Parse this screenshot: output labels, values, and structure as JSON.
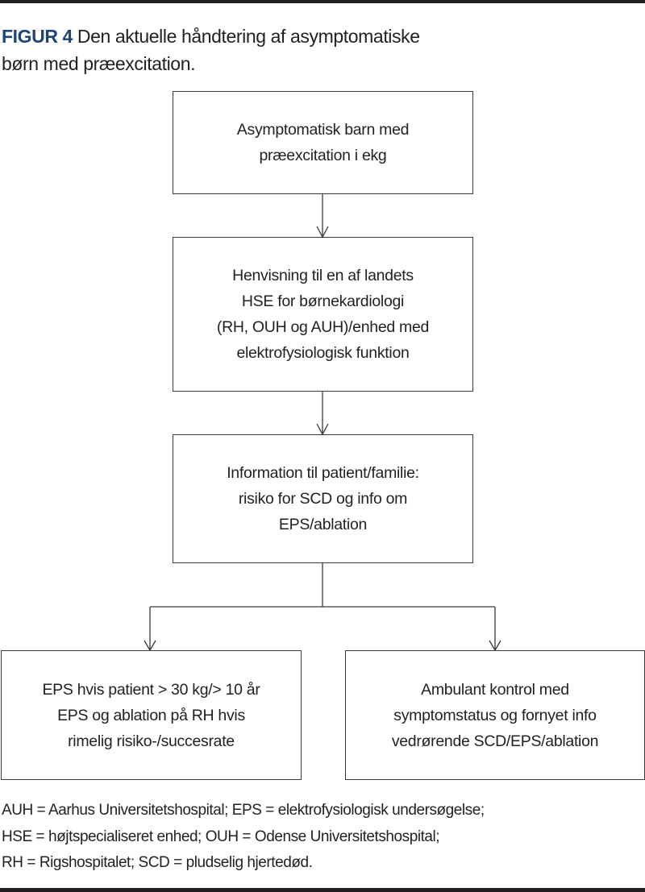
{
  "figure": {
    "label": "FIGUR 4",
    "title_line1": " Den aktuelle håndtering af asymptomatiske",
    "title_line2": "børn med præexcitation.",
    "label_color": "#1f4479"
  },
  "nodes": {
    "start": "Asymptomatisk barn med\npræexcitation i ekg",
    "referral": "Henvisning til en af landets\nHSE for børnekardiologi\n(RH, OUH og AUH)/enhed med\nelektrofysiologisk funktion",
    "information": "Information til patient/familie:\nrisiko for SCD og info om\nEPS/ablation",
    "eps": "EPS hvis patient > 30 kg/> 10 år\nEPS og ablation på RH hvis\nrimelig risiko-/succesrate",
    "followup": "Ambulant kontrol med\nsymptomstatus og fornyet info\nvedrørende SCD/EPS/ablation"
  },
  "legend": {
    "line1": "AUH = Aarhus Universitetshospital; EPS = elektrofysiologisk undersøgelse;",
    "line2": "HSE = højtspecialiseret enhed; OUH = Odense Universitetshospital;",
    "line3": "RH = Rigshospitalet; SCD = pludselig hjertedød."
  }
}
